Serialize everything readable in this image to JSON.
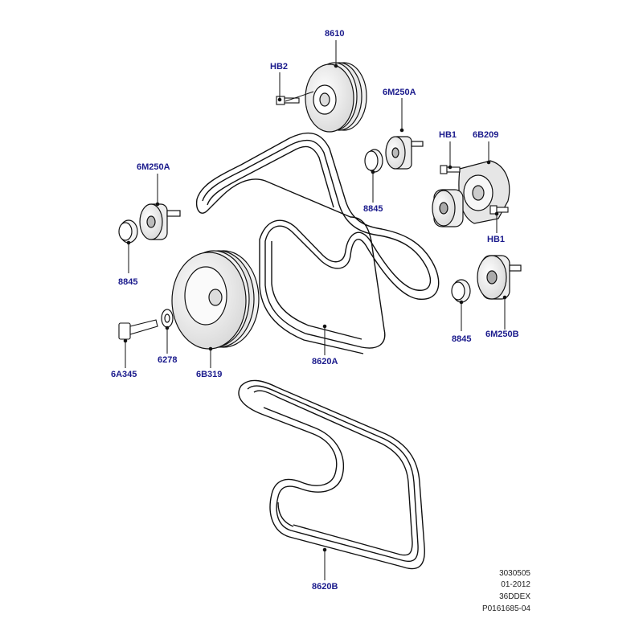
{
  "diagram": {
    "callouts": {
      "c8610": "8610",
      "hb2": "HB2",
      "c6m250a_top": "6M250A",
      "hb1_top": "HB1",
      "c6b209": "6B209",
      "c6m250a_left": "6M250A",
      "c8845_mid": "8845",
      "hb1_bottom": "HB1",
      "c8845_left": "8845",
      "c8845_right": "8845",
      "c6m250b": "6M250B",
      "c6a345": "6A345",
      "c6278": "6278",
      "c6b319": "6B319",
      "c8620a": "8620A",
      "c8620b": "8620B"
    },
    "meta": {
      "line1": "3030505",
      "line2": "01-2012",
      "line3": "36DDEX",
      "line4": "P0161685-04"
    }
  },
  "colors": {
    "callout": "#1a1a8c",
    "line": "#111111",
    "fill": "#ffffff",
    "panel": "#e9e9e9"
  }
}
